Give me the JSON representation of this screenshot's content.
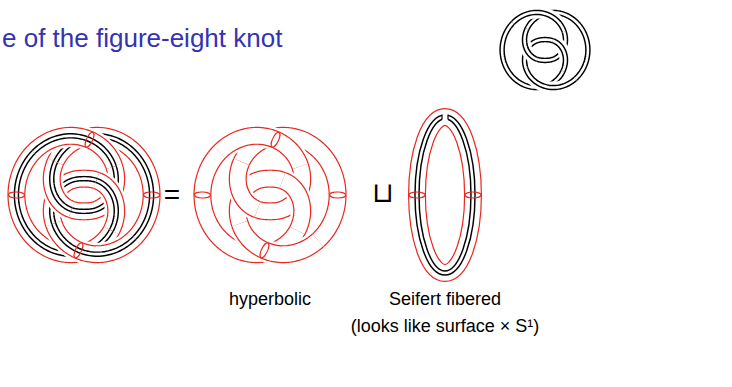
{
  "diagram": {
    "title": "e of the figure-eight knot",
    "labels": [
      "=",
      "⊔",
      "hyperbolic",
      "Seifert fibered",
      "(looks like surface × S¹)"
    ]
  }
}
